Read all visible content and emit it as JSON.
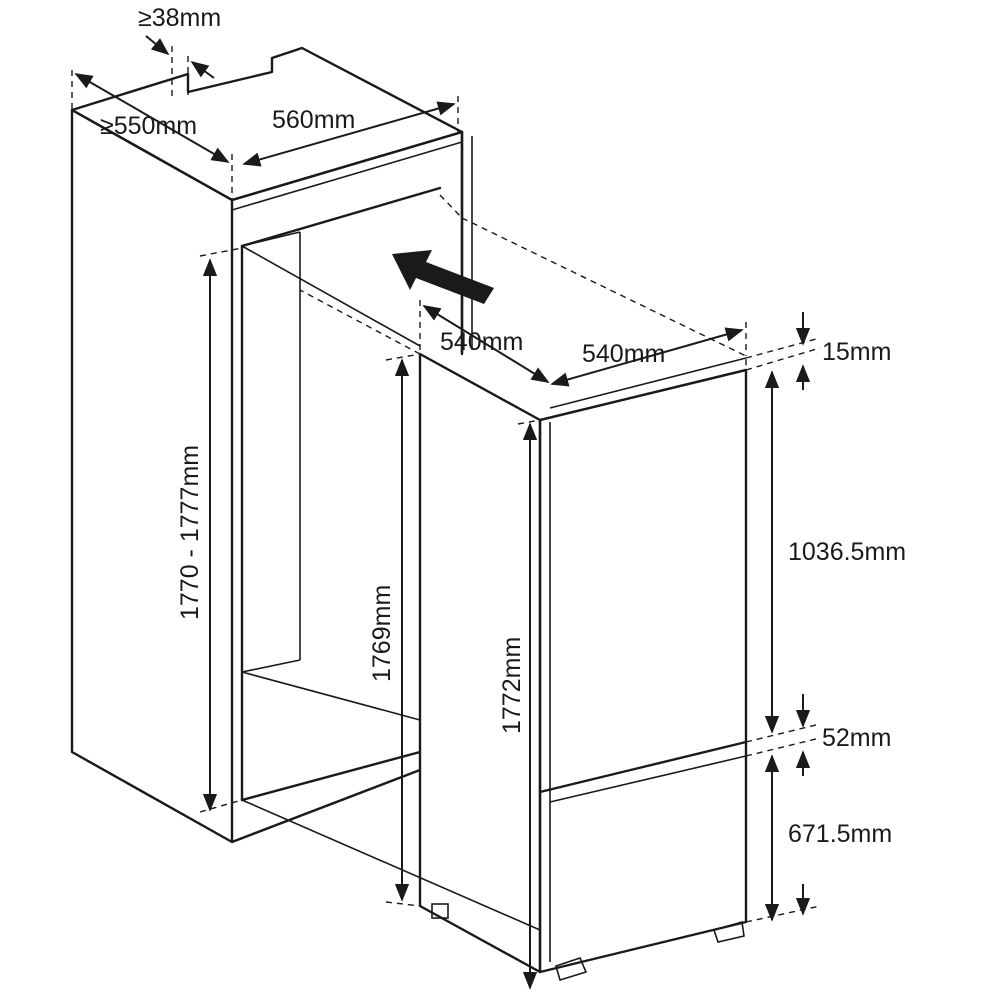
{
  "labels": {
    "gap_top": "≥38mm",
    "cabinet_depth": "≥550mm",
    "cabinet_width": "560mm",
    "niche_height": "1770 - 1777mm",
    "appliance_depth": "540mm",
    "appliance_width": "540mm",
    "appliance_body_height": "1769mm",
    "door_height_total": "1772mm",
    "top_gap": "15mm",
    "upper_door": "1036.5mm",
    "door_gap": "52mm",
    "lower_door": "671.5mm"
  },
  "colors": {
    "line": "#1a1a1a",
    "background": "#ffffff"
  },
  "icons": {
    "insert_arrow": "arrow-insert-icon"
  }
}
